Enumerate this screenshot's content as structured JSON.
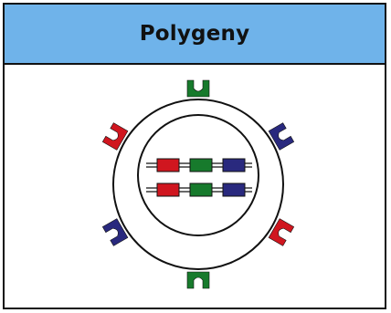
{
  "title": "Polygeny",
  "colors": {
    "header_bg": "#6fb3ea",
    "border": "#111111",
    "red": "#d0161f",
    "green": "#177a2c",
    "blue": "#29297e"
  },
  "receptors": [
    "green",
    "blue",
    "red",
    "green",
    "blue",
    "red"
  ],
  "chromosomes": [
    [
      "red",
      "green",
      "blue"
    ],
    [
      "red",
      "green",
      "blue"
    ]
  ]
}
